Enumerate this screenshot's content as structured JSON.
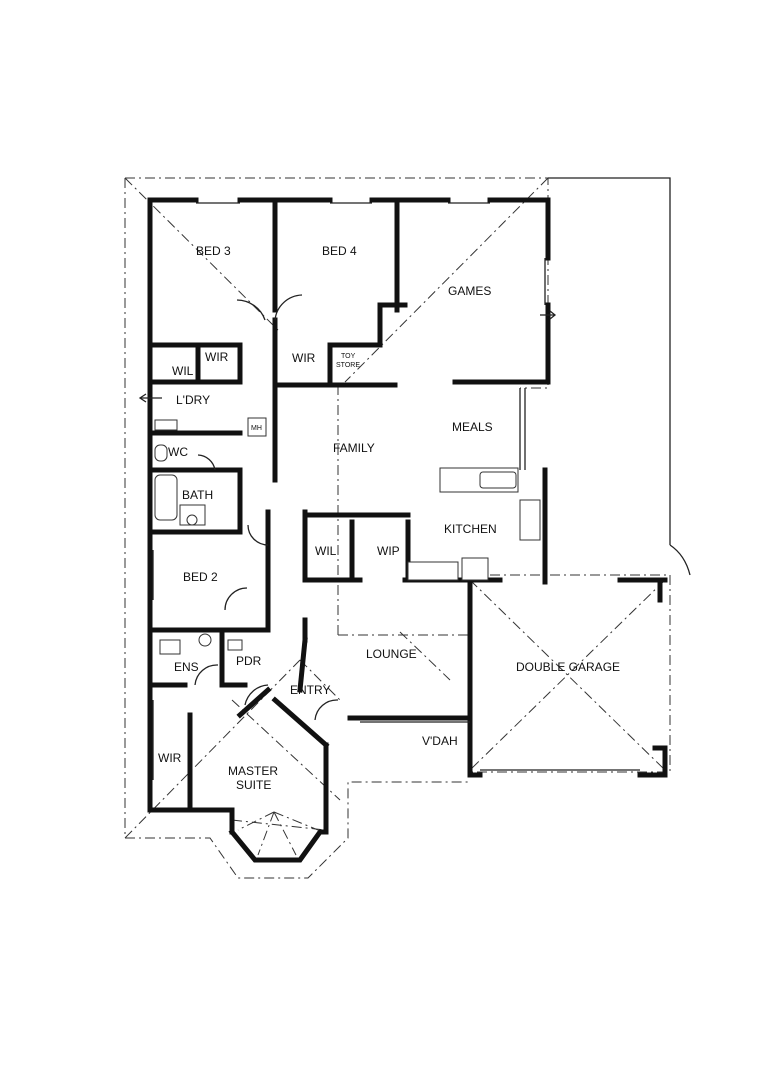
{
  "rooms": {
    "bed3": "BED 3",
    "bed4": "BED 4",
    "games": "GAMES",
    "wir_bed3": "WIR",
    "wil_bed3": "WIL",
    "wir_bed4": "WIR",
    "toy_store_1": "TOY",
    "toy_store_2": "STORE",
    "laundry": "L'DRY",
    "mh": "MH",
    "family": "FAMILY",
    "meals": "MEALS",
    "wc": "WC",
    "bath": "BATH",
    "kitchen": "KITCHEN",
    "wil_hall": "WIL",
    "wip": "WIP",
    "bed2": "BED 2",
    "lounge": "LOUNGE",
    "double_garage": "DOUBLE GARAGE",
    "ens": "ENS",
    "pdr": "PDR",
    "entry": "ENTRY",
    "vdah": "V'DAH",
    "wir_master": "WIR",
    "master_1": "MASTER",
    "master_2": "SUITE"
  }
}
